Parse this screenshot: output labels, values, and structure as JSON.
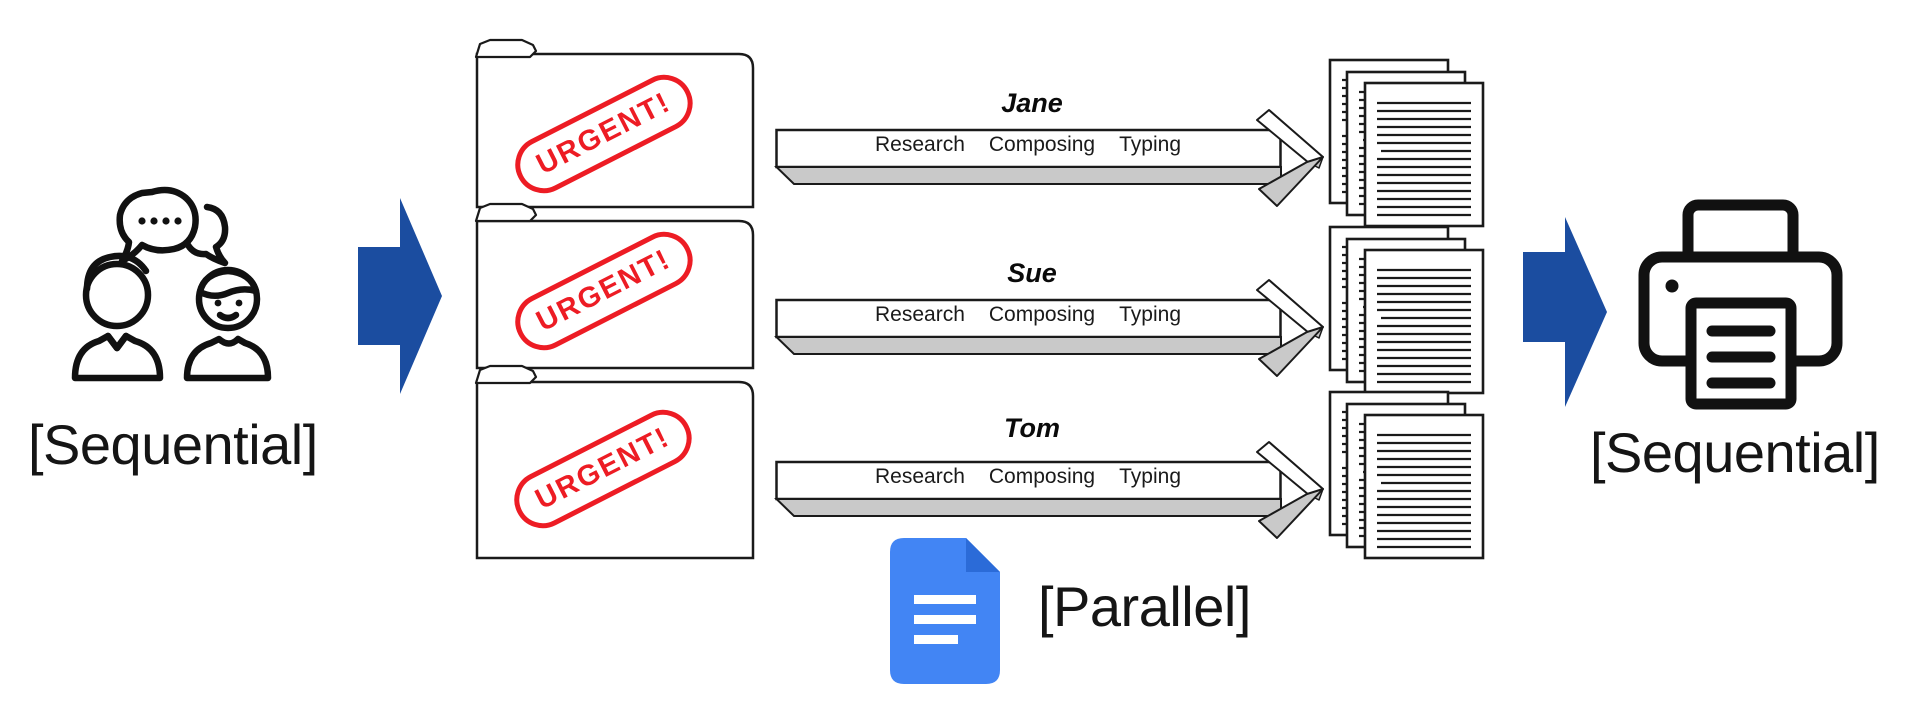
{
  "diagram": {
    "left_label": "[Sequential]",
    "right_label": "[Sequential]",
    "parallel_label": "[Parallel]",
    "stamps": [
      {
        "text": "URGENT!"
      },
      {
        "text": "URGENT!"
      },
      {
        "text": "URGENT!"
      }
    ],
    "workers": [
      {
        "name": "Jane",
        "steps": [
          "Research",
          "Composing",
          "Typing"
        ]
      },
      {
        "name": "Sue",
        "steps": [
          "Research",
          "Composing",
          "Typing"
        ]
      },
      {
        "name": "Tom",
        "steps": [
          "Research",
          "Composing",
          "Typing"
        ]
      }
    ],
    "icons": {
      "people": "people-talking-icon",
      "speech": "speech-bubbles-icon",
      "folders": "folder-icon",
      "task_arrows": "task-arrow-icon",
      "documents": "document-stack-icon",
      "flow_arrows": "flow-arrow-icon",
      "printer": "printer-icon",
      "docs_file": "google-docs-icon"
    },
    "colors": {
      "flow_arrow_blue": "#1b4da0",
      "stamp_red": "#ed1c24",
      "docs_blue": "#4285f4",
      "docs_fold_blue": "#2b6bd8",
      "arrow_shadow_gray": "#c9c9c9",
      "line_black": "#111111"
    }
  }
}
